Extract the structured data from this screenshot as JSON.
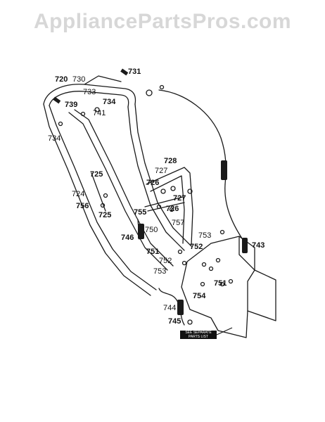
{
  "watermark": "AppliancePartsPros.com",
  "callouts": {
    "c720": "720",
    "c730": "730",
    "c731": "731",
    "c733": "733",
    "c734a": "734",
    "c739": "739",
    "c741": "741",
    "c734b": "734",
    "c725a": "725",
    "c724": "724",
    "c756": "756",
    "c725b": "725",
    "c728": "728",
    "c727a": "727",
    "c726a": "726",
    "c727b": "727",
    "c726b": "726",
    "c755": "755",
    "c757": "757",
    "c746": "746",
    "c750": "750",
    "c753a": "753",
    "c743": "743",
    "c751a": "751",
    "c752a": "752",
    "c752b": "752",
    "c753b": "753",
    "c751b": "751",
    "c754": "754",
    "c744": "744",
    "c745": "745"
  },
  "note_tag": "SEE SEPARATE PARTS LIST"
}
